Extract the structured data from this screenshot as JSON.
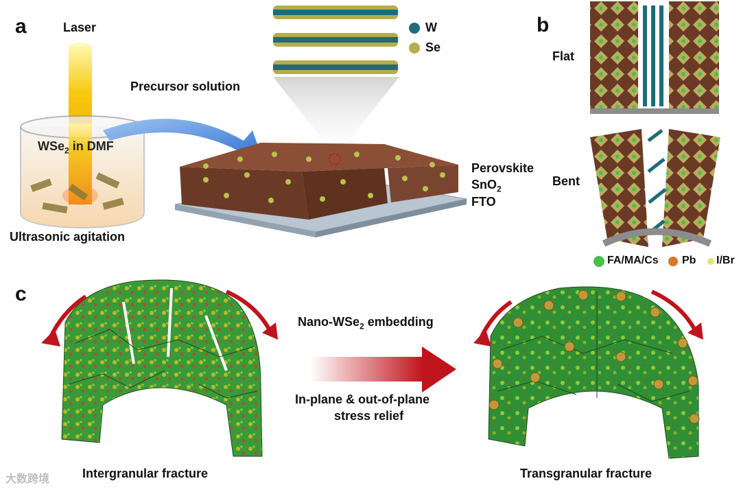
{
  "panels": {
    "a": "a",
    "b": "b",
    "c": "c"
  },
  "panel_a": {
    "laser": "Laser",
    "beaker_label_main": "WSe",
    "beaker_label_sub": "2",
    "beaker_label_tail": " in DMF",
    "ultrasonic": "Ultrasonic agitation",
    "precursor": "Precursor solution",
    "legend": [
      {
        "label": "W",
        "color": "#1f6b7a"
      },
      {
        "label": "Se",
        "color": "#b5ad4c"
      }
    ],
    "layers": {
      "perovskite": "Perovskite",
      "sno2_main": "SnO",
      "sno2_sub": "2",
      "fto": "FTO"
    }
  },
  "panel_b": {
    "flat": "Flat",
    "bent": "Bent",
    "legend": [
      {
        "label": "FA/MA/Cs",
        "color": "#4bbf4b"
      },
      {
        "label": "Pb",
        "color": "#d9772b"
      },
      {
        "label": "I/Br",
        "color": "#e6e27a"
      }
    ]
  },
  "panel_c": {
    "embed_main": "Nano-WSe",
    "embed_sub": "2",
    "embed_tail": " embedding",
    "relief_line1": "In-plane & out-of-plane",
    "relief_line2": "stress relief",
    "left_caption": "Intergranular fracture",
    "right_caption": "Transgranular fracture"
  },
  "watermark": "大数跨境",
  "colors": {
    "perovskite": "#6b3a26",
    "arrow_blue": "#2f6fd0",
    "arrow_red": "#c0141c",
    "laser": "#f6c90e",
    "grain_green": "#3a9a3a"
  }
}
